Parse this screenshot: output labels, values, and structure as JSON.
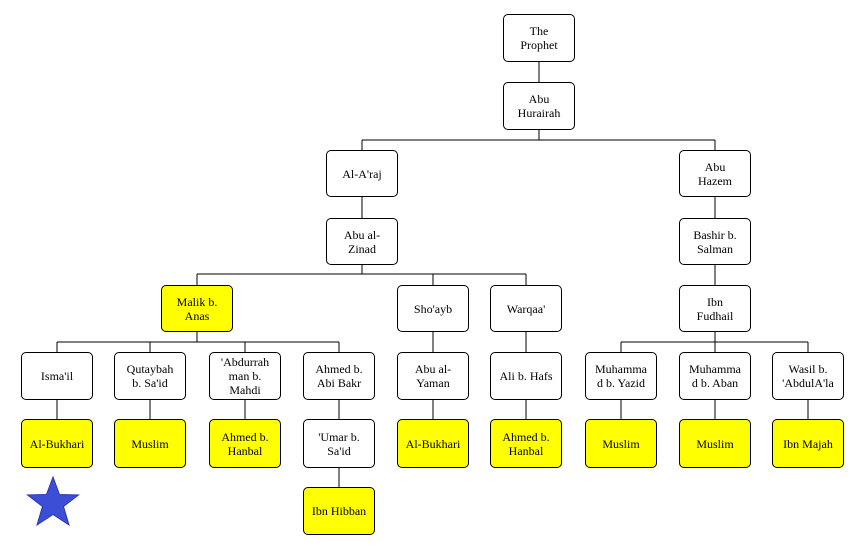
{
  "colors": {
    "highlight": "#ffff00",
    "box": "#ffffff",
    "line": "#000000",
    "star": "#3d4ed6"
  },
  "nodes": {
    "prophet": "The\nProphet",
    "abu_hurairah": "Abu\nHurairah",
    "al_araj": "Al-A'raj",
    "abu_hazem": "Abu\nHazem",
    "abu_al_zinad": "Abu al-\nZinad",
    "bashir": "Bashir b.\nSalman",
    "malik": "Malik b.\nAnas",
    "shoayb": "Sho'ayb",
    "warqaa": "Warqaa'",
    "ibn_fudhail": "Ibn\nFudhail",
    "ismail": "Isma'il",
    "qutaybah": "Qutaybah\nb. Sa'id",
    "abdurrahman": "'Abdurrah\nman b.\nMahdi",
    "ahmed_abi_bakr": "Ahmed b.\nAbi Bakr",
    "abu_al_yaman": "Abu al-\nYaman",
    "ali_hafs": "Ali b. Hafs",
    "muhammad_yazid": "Muhamma\nd b. Yazid",
    "muhammad_aban": "Muhamma\nd b. Aban",
    "wasil": "Wasil b.\n'AbdulA'la",
    "bukhari_1": "Al-Bukhari",
    "muslim_1": "Muslim",
    "ahmed_hanbal_1": "Ahmed b.\nHanbal",
    "umar_said": "'Umar b.\nSa'id",
    "bukhari_2": "Al-Bukhari",
    "ahmed_hanbal_2": "Ahmed b.\nHanbal",
    "muslim_2": "Muslim",
    "muslim_3": "Muslim",
    "ibn_majah": "Ibn Majah",
    "ibn_hibban": "Ibn Hibban"
  },
  "star_icon": "star-icon"
}
